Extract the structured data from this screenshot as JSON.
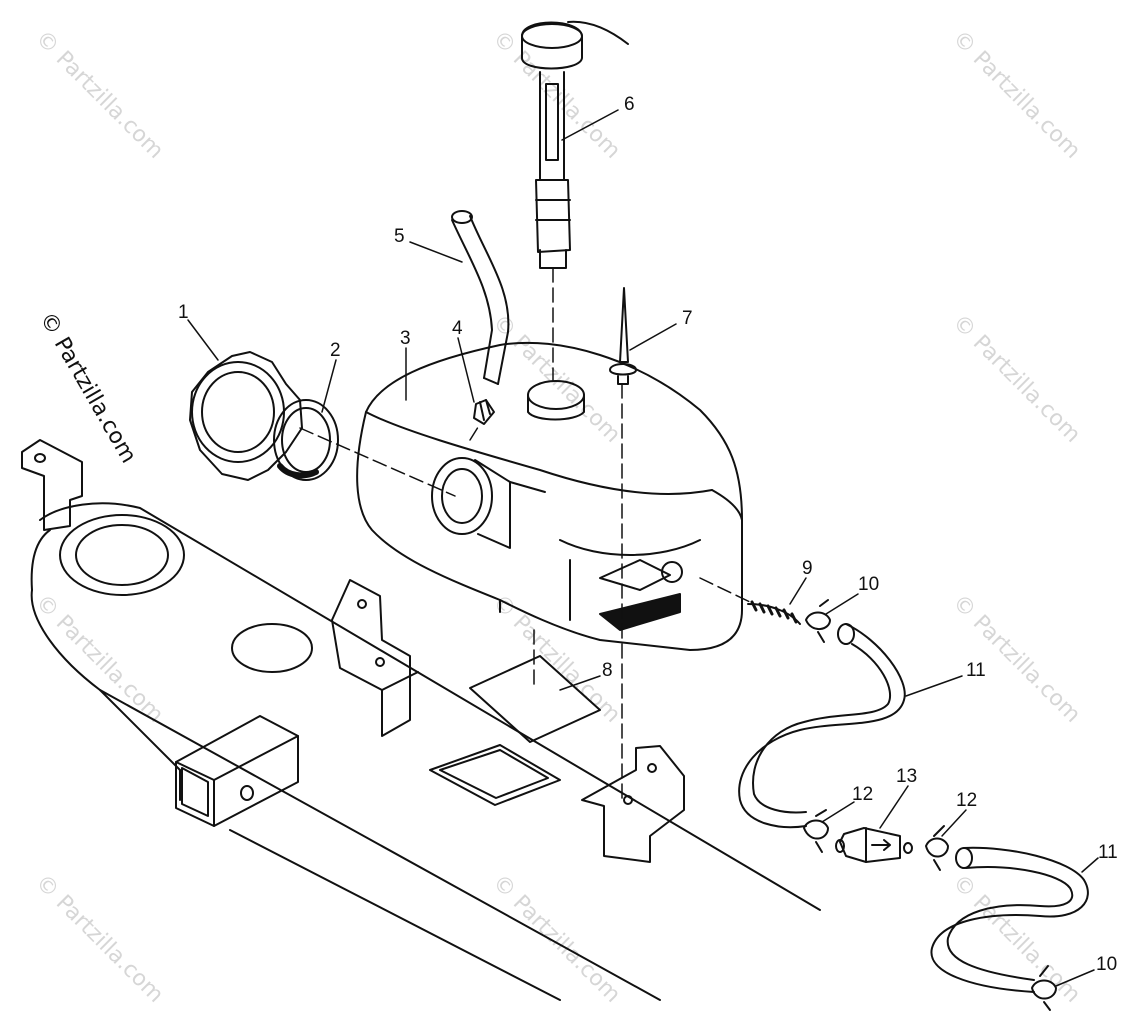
{
  "diagram": {
    "watermark_text": "© Partzilla.com",
    "side_watermark_text": "© Partzilla.com",
    "line_color": "#111111",
    "watermark_color": "#d6d6d6"
  },
  "callouts": [
    {
      "id": "c1",
      "label": "1"
    },
    {
      "id": "c2",
      "label": "2"
    },
    {
      "id": "c3",
      "label": "3"
    },
    {
      "id": "c4",
      "label": "4"
    },
    {
      "id": "c5",
      "label": "5"
    },
    {
      "id": "c6",
      "label": "6"
    },
    {
      "id": "c7",
      "label": "7"
    },
    {
      "id": "c8",
      "label": "8"
    },
    {
      "id": "c9",
      "label": "9"
    },
    {
      "id": "c10a",
      "label": "10"
    },
    {
      "id": "c10b",
      "label": "10"
    },
    {
      "id": "c11a",
      "label": "11"
    },
    {
      "id": "c11b",
      "label": "11"
    },
    {
      "id": "c12a",
      "label": "12"
    },
    {
      "id": "c12b",
      "label": "12"
    },
    {
      "id": "c13",
      "label": "13"
    }
  ]
}
